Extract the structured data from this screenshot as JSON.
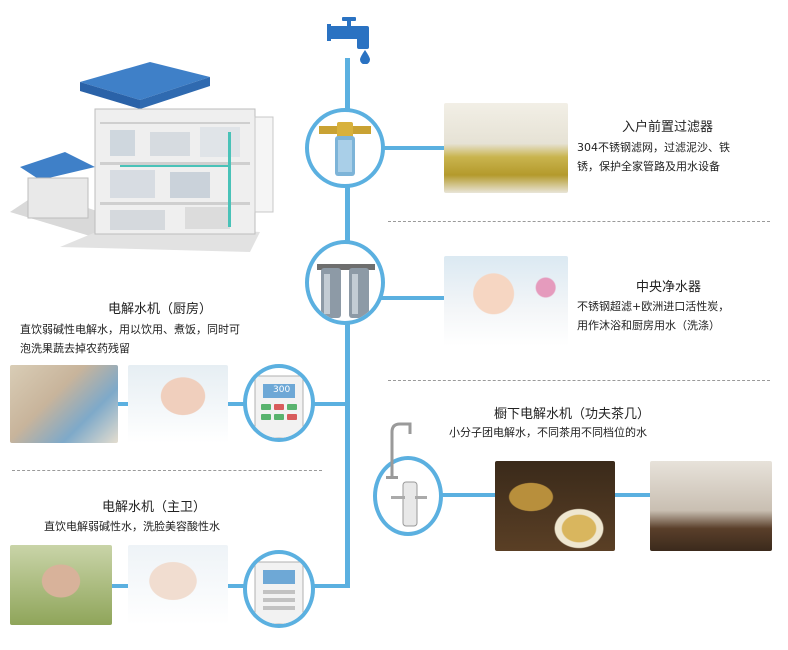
{
  "sections": {
    "prefilter": {
      "title": "入户前置过滤器",
      "desc": [
        "304不锈钢滤网，过滤泥沙、铁",
        "锈，保护全家管路及用水设备"
      ]
    },
    "central": {
      "title": "中央净水器",
      "desc": [
        "不锈钢超滤+欧洲进口活性炭，",
        "用作沐浴和厨房用水（洗涤）"
      ]
    },
    "kitchen": {
      "title": "电解水机（厨房）",
      "desc": [
        "直饮弱碱性电解水，用以饮用、煮饭，同时可",
        "泡洗果蔬去掉农药残留"
      ]
    },
    "undersink": {
      "title": "橱下电解水机（功夫茶几）",
      "desc": [
        "小分子团电解水，不同茶用不同档位的水"
      ]
    },
    "bathroom": {
      "title": "电解水机（主卫）",
      "desc": [
        "直饮电解弱碱性水，洗脸美容酸性水"
      ]
    }
  },
  "machine_screen": "300",
  "colors": {
    "pipe": "#5bb0e0",
    "faucet": "#2a72c2",
    "roof": "#3f80c8",
    "dashed_rule": "#9a9a9a"
  },
  "icons": [
    "water-tap-icon",
    "water-drop-icon"
  ]
}
